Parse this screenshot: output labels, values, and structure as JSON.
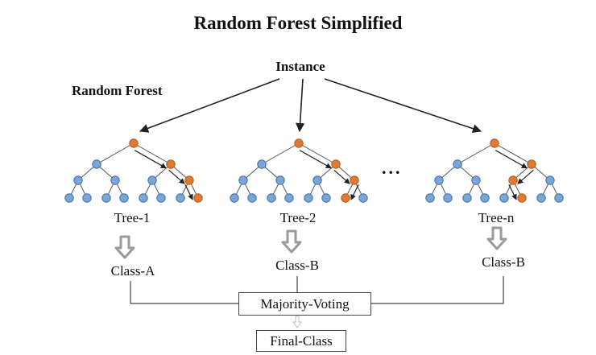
{
  "title": "Random Forest Simplified",
  "instance_label": "Instance",
  "forest_label": "Random Forest",
  "ellipsis": "...",
  "trees": [
    {
      "label": "Tree-1",
      "class": "Class-A",
      "path": [
        0,
        1,
        1,
        1
      ]
    },
    {
      "label": "Tree-2",
      "class": "Class-B",
      "path": [
        0,
        1,
        1,
        0
      ]
    },
    {
      "label": "Tree-n",
      "class": "Class-B",
      "path": [
        0,
        1,
        0,
        1
      ]
    }
  ],
  "majority_voting": "Majority-Voting",
  "final_class": "Final-Class",
  "colors": {
    "node": "#7aa6d6",
    "node_stroke": "#3f6ea3",
    "highlight": "#e07a32",
    "highlight_stroke": "#b05a1e",
    "arrow": "#222222",
    "down_arrow": "#9a9a9a"
  }
}
